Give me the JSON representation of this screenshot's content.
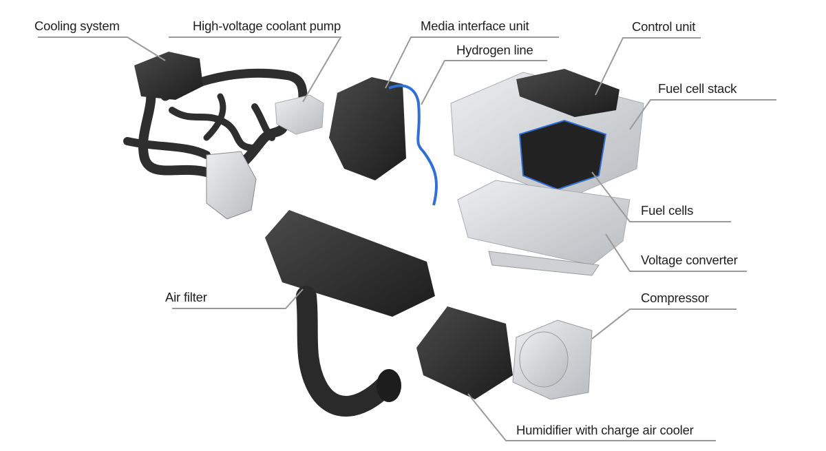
{
  "labels": {
    "cooling_system": "Cooling system",
    "hv_coolant_pump": "High-voltage coolant pump",
    "media_interface_unit": "Media interface unit",
    "hydrogen_line": "Hydrogen line",
    "control_unit": "Control unit",
    "fuel_cell_stack": "Fuel cell stack",
    "fuel_cells": "Fuel cells",
    "voltage_converter": "Voltage converter",
    "air_filter": "Air filter",
    "compressor": "Compressor",
    "humidifier": "Humidifier with charge air cooler"
  },
  "colors": {
    "leader": "#9a9a9a",
    "hydrogen_line": "#2f6fd6",
    "dark_part": "#2b2b2b",
    "metal_part": "#d4d6d8"
  }
}
